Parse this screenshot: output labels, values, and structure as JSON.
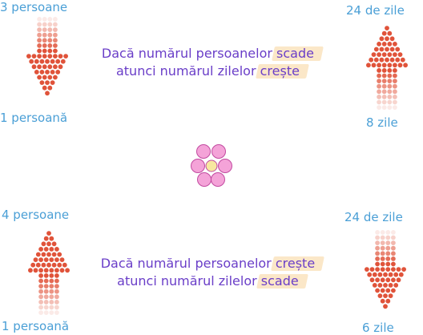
{
  "top": {
    "left_top": "3 persoane",
    "left_bottom": "1 persoană",
    "right_top": "24 de zile",
    "right_bottom": "8 zile",
    "line1_pre": "Dacă numărul persoanelor ",
    "line1_hl": "scade",
    "line1_post": ",",
    "line2_pre": "atunci numărul zilelor ",
    "line2_hl": "crește",
    "line2_post": "."
  },
  "bottom": {
    "left_top": "4 persoane",
    "left_bottom": "1 persoană",
    "right_top": "24 de zile",
    "right_bottom": "6 zile",
    "line1_pre": "Dacă numărul persoanelor ",
    "line1_hl": "crește",
    "line1_post": ",",
    "line2_pre": "atunci numărul zilelor ",
    "line2_hl": "scade",
    "line2_post": "."
  },
  "colors": {
    "label": "#4a9fd6",
    "sentence": "#6a3ec8",
    "arrow": "#e0533a",
    "highlight": "#fbe7c8",
    "petal": "#f4a3d8",
    "flower_center": "#f7e8a0"
  },
  "icons": [
    "arrow-down-icon",
    "arrow-up-icon",
    "flower-icon"
  ]
}
